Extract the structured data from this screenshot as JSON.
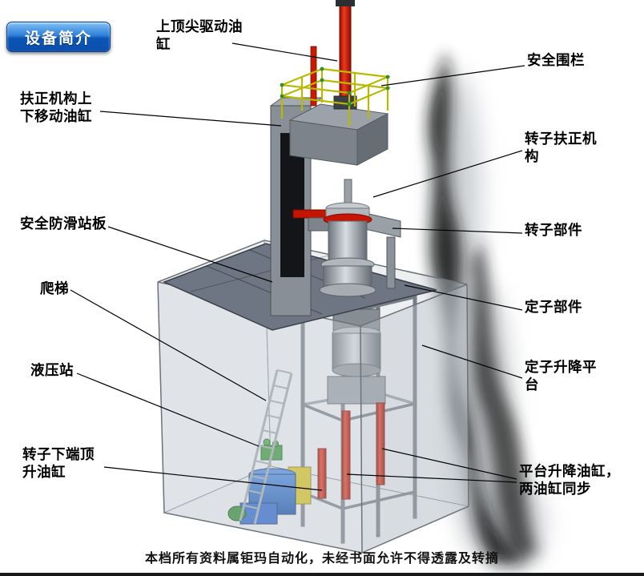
{
  "page": {
    "badge": "设备简介",
    "footer": "本档所有资料属钜玛自动化，未经书面允许不得透露及转摘",
    "background": "#ffffff"
  },
  "colors": {
    "badge_blue": "#0d55b4",
    "cylinder_red": "#c81404",
    "railing_yellow": "#b7ba00",
    "hydraulic_blue": "#1a5fc8",
    "cabinet_yellow": "#d8c61e",
    "motor_green": "#2e8b2e",
    "platform_gray": "#6d7682",
    "leader_line": "#000000"
  },
  "labels": [
    {
      "id": "top-drive-cylinder",
      "text": "上顶尖驱动油\n缸"
    },
    {
      "id": "safety-fence",
      "text": "安全围栏"
    },
    {
      "id": "centering-updown-cylinder",
      "text": "扶正机构上\n下移动油缸"
    },
    {
      "id": "rotor-centering-mechanism",
      "text": "转子扶正机\n构"
    },
    {
      "id": "anti-slip-platform",
      "text": "安全防滑站板"
    },
    {
      "id": "rotor-component",
      "text": "转子部件"
    },
    {
      "id": "ladder",
      "text": "爬梯"
    },
    {
      "id": "stator-component",
      "text": "定子部件"
    },
    {
      "id": "hydraulic-station",
      "text": "液压站"
    },
    {
      "id": "stator-lift-platform",
      "text": "定子升降平\n台"
    },
    {
      "id": "rotor-bottom-jack-cylinder",
      "text": "转子下端顶\n升油缸"
    },
    {
      "id": "platform-lift-cylinders",
      "text": "平台升降油缸，\n两油缸同步"
    }
  ]
}
